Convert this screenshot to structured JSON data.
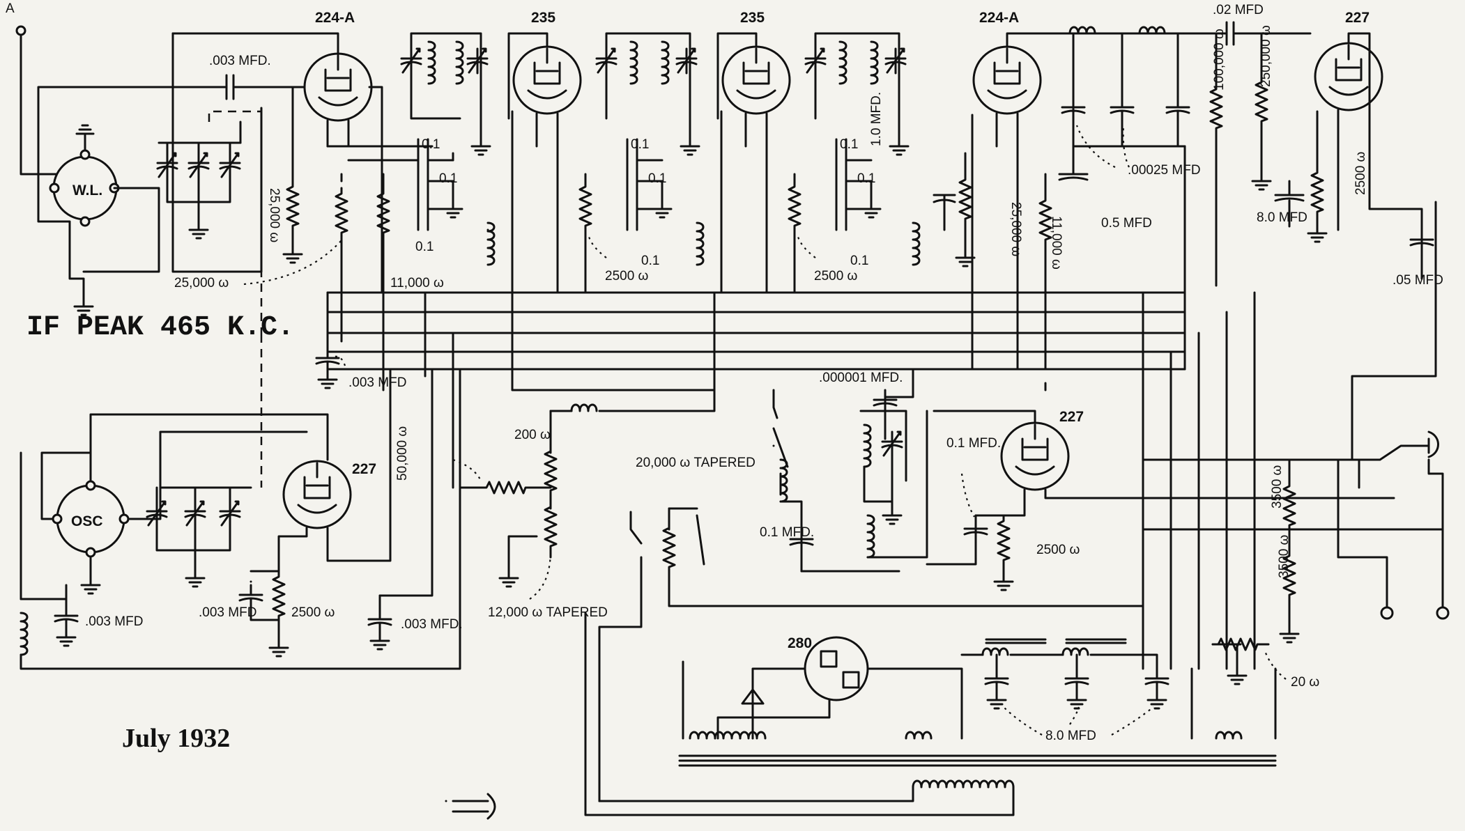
{
  "title": "IF PEAK 465 K.C.",
  "date": "July 1932",
  "antenna_label": "A",
  "tubes": {
    "t1": "224-A",
    "t2": "235",
    "t3": "235",
    "t4": "224-A",
    "t5": "227",
    "osc": "227",
    "det2": "227",
    "rect": "280"
  },
  "coils": {
    "wl": "W.L.",
    "osc": "OSC"
  },
  "labels": {
    "c003_top": ".003 MFD.",
    "c02": ".02 MFD",
    "r25000_a": "25,000 ω",
    "r25000_b": "25,000 ω",
    "r25000_c": "25,000 ω",
    "c01_a": "0.1",
    "c01_b": "0.1",
    "c01_c": "0.1",
    "c01_d": "0.1",
    "c01_e": "0.1",
    "c01_f": "0.1",
    "c01_g": "0.1",
    "c01_h": "0.1",
    "c01_i": "0.1",
    "r11000_a": "11,000 ω",
    "r11000_b": "11,000 ω",
    "r2500_a": "2500 ω",
    "r2500_b": "2500 ω",
    "c10": "1.0 MFD.",
    "c00025": ".00025 MFD",
    "c05": "0.5 MFD",
    "r100000": "100,000 ω",
    "r250000": "250,000 ω",
    "c8_top": "8.0 MFD",
    "r2500_c": "2500 ω",
    "c05b": ".05 MFD",
    "c003_mid": ".003 MFD",
    "c000001": ".000001 MFD.",
    "r200": "200 ω",
    "r50000": "50,000 ω",
    "r20000": "20,000 ω TAPERED",
    "r12000": "12,000 ω TAPERED",
    "c01_mfd_l": "0.1 MFD.",
    "c01_mfd_r": "0.1 MFD.",
    "r2500_d": "2500 ω",
    "r3500_a": "3500 ω",
    "r3500_b": "3500 ω",
    "r20": "20 ω",
    "c8_psu": "8.0 MFD",
    "c003_osc1": ".003 MFD",
    "c003_osc2": ".003 MFD",
    "r2500_osc": "2500 ω",
    "c003_osc3": ".003 MFD."
  }
}
